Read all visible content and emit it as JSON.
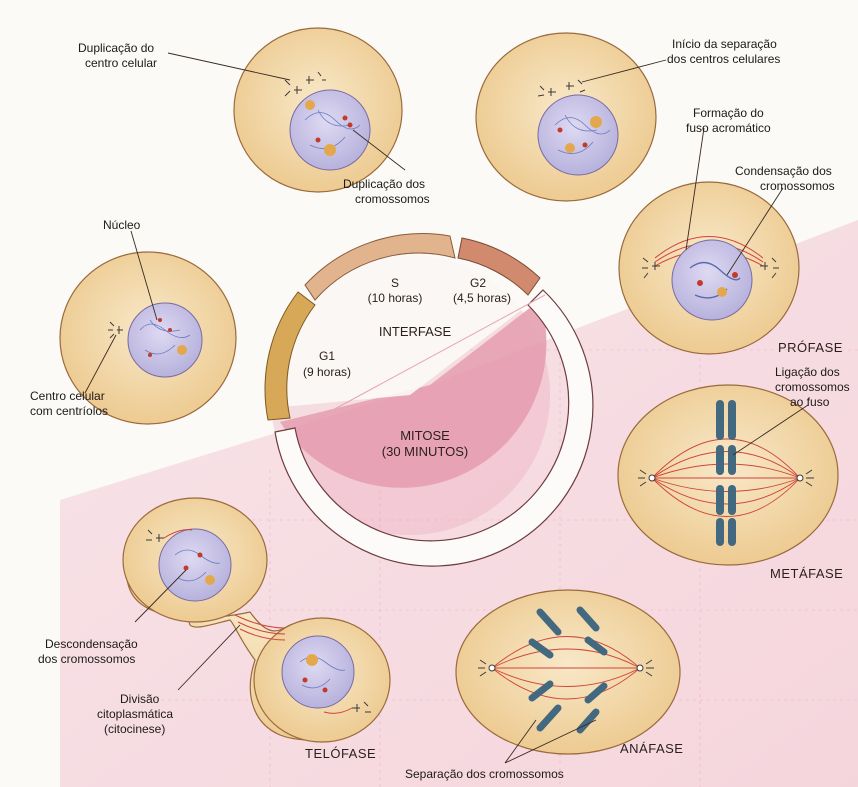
{
  "colors": {
    "cytoplasm": "#f3d8a8",
    "cell_border": "#9a6a3c",
    "nucleus": "#c9c4e6",
    "mitosis_region": "#e7a7b6",
    "stage_S": "#e2b48e",
    "stage_G2": "#d18a6e",
    "stage_G1": "#d7a857",
    "chromosome": "#42697f",
    "spindle": "#d0443a"
  },
  "cycle": {
    "s_label": "S",
    "s_duration": "(10 horas)",
    "g2_label": "G2",
    "g2_duration": "(4,5 horas)",
    "g1_label": "G1",
    "g1_duration": "(9 horas)",
    "interphase": "INTERFASE",
    "mitosis": "MITOSE",
    "mitosis_duration": "(30 MINUTOS)"
  },
  "annotations": {
    "centrosome_dup_1": "Duplicação do",
    "centrosome_dup_2": "centro celular",
    "chromosome_dup_1": "Duplicação dos",
    "chromosome_dup_2": "cromossomos",
    "separation_start_1": "Início da separação",
    "separation_start_2": "dos centros celulares",
    "spindle_form_1": "Formação do",
    "spindle_form_2": "fuso acromático",
    "condensation_1": "Condensação dos",
    "condensation_2": "cromossomos",
    "nucleus": "Núcleo",
    "centrosome_1": "Centro celular",
    "centrosome_2": "com centríolos",
    "attach_1": "Ligação dos",
    "attach_2": "cromossomos",
    "attach_3": "ao fuso",
    "decondensation_1": "Descondensação",
    "decondensation_2": "dos cromossomos",
    "cytokinesis_1": "Divisão",
    "cytokinesis_2": "citoplasmática",
    "cytokinesis_3": "(citocinese)",
    "separation": "Separação dos cromossomos"
  },
  "phases": {
    "prophase": "PRÓFASE",
    "metaphase": "METÁFASE",
    "anaphase": "ANÁFASE",
    "telophase": "TELÓFASE"
  }
}
